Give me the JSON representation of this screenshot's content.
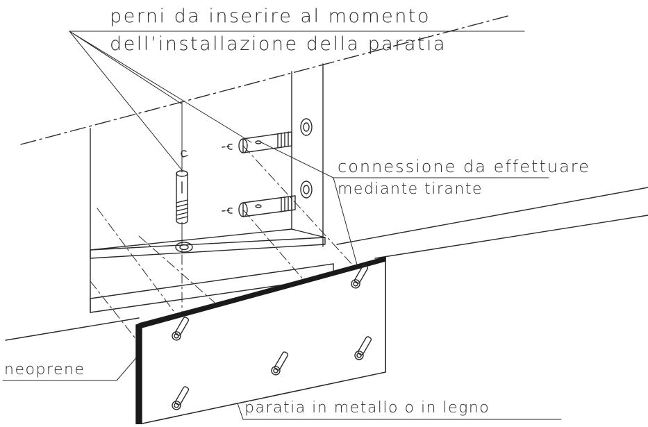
{
  "diagram": {
    "labels": {
      "pins_line1": "perni da inserire al momento",
      "pins_line2": "dell’installazione della paratia",
      "connection_line1": "connessione da effettuare",
      "connection_line2": "mediante tirante",
      "neoprene": "neoprene",
      "panel": "paratia in metallo o in legno"
    },
    "colors": {
      "line": "#2a2a2a",
      "background": "#ffffff",
      "neoprene_strip": "#1a1a1a"
    }
  }
}
